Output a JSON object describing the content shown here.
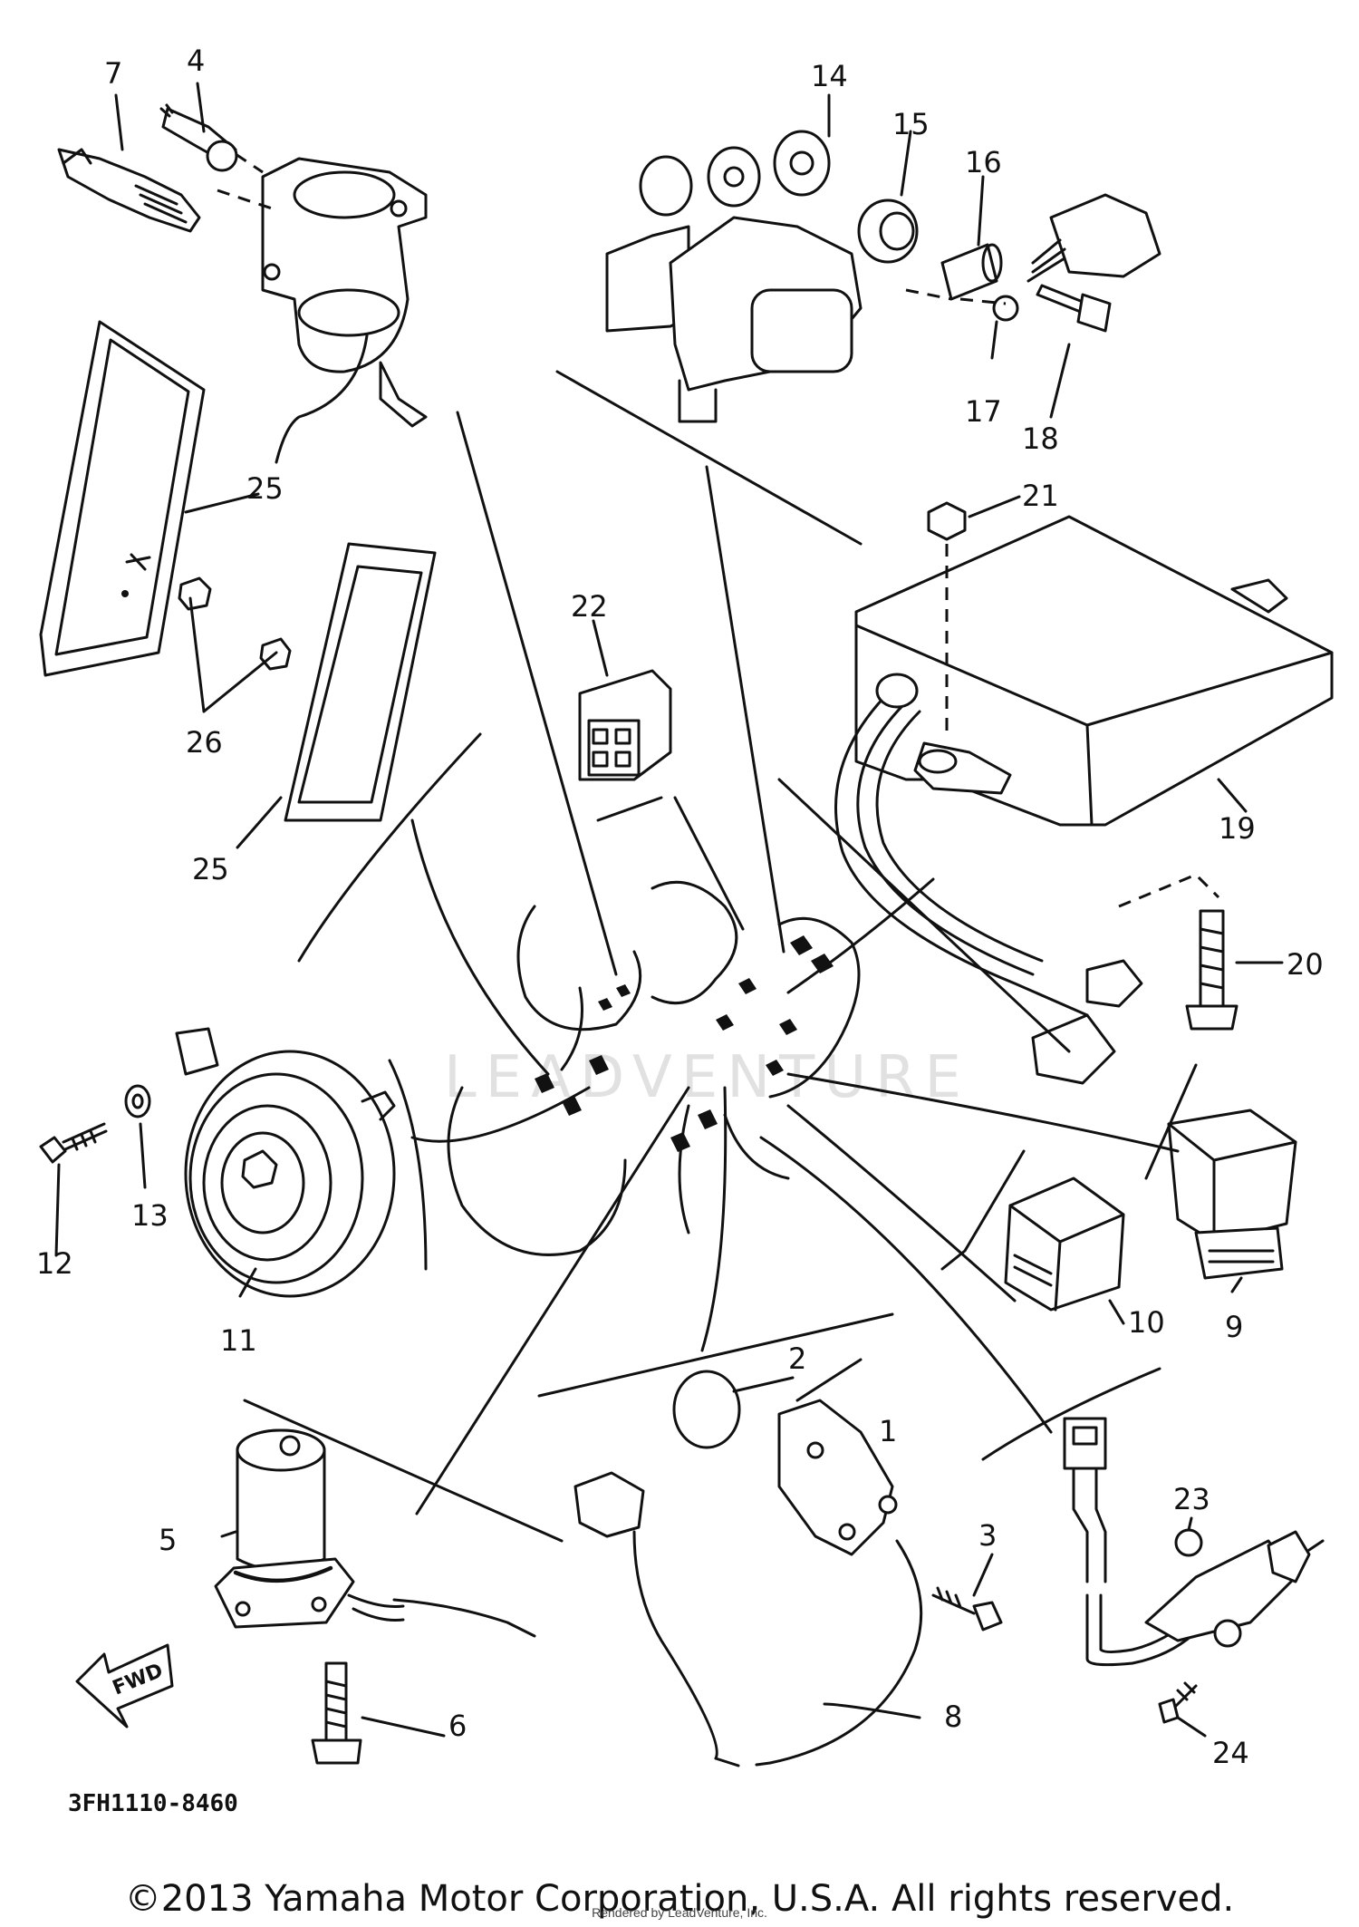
{
  "diagram": {
    "part_code": "3FH1110-8460",
    "fwd_label": "FWD",
    "watermark": "LEADVENTURE",
    "callouts": {
      "c1": "1",
      "c2": "2",
      "c3": "3",
      "c4": "4",
      "c5": "5",
      "c6": "6",
      "c7": "7",
      "c8": "8",
      "c9": "9",
      "c10": "10",
      "c11": "11",
      "c12": "12",
      "c13": "13",
      "c14": "14",
      "c15": "15",
      "c16": "16",
      "c17": "17",
      "c18": "18",
      "c19": "19",
      "c20": "20",
      "c21": "21",
      "c22": "22",
      "c23": "23",
      "c24": "24",
      "c25a": "25",
      "c25b": "25",
      "c26": "26"
    }
  },
  "footer": {
    "copyright": "©2013 Yamaha Motor Corporation, U.S.A. All rights reserved.",
    "rendered_by": "Rendered by LeadVenture, Inc."
  }
}
